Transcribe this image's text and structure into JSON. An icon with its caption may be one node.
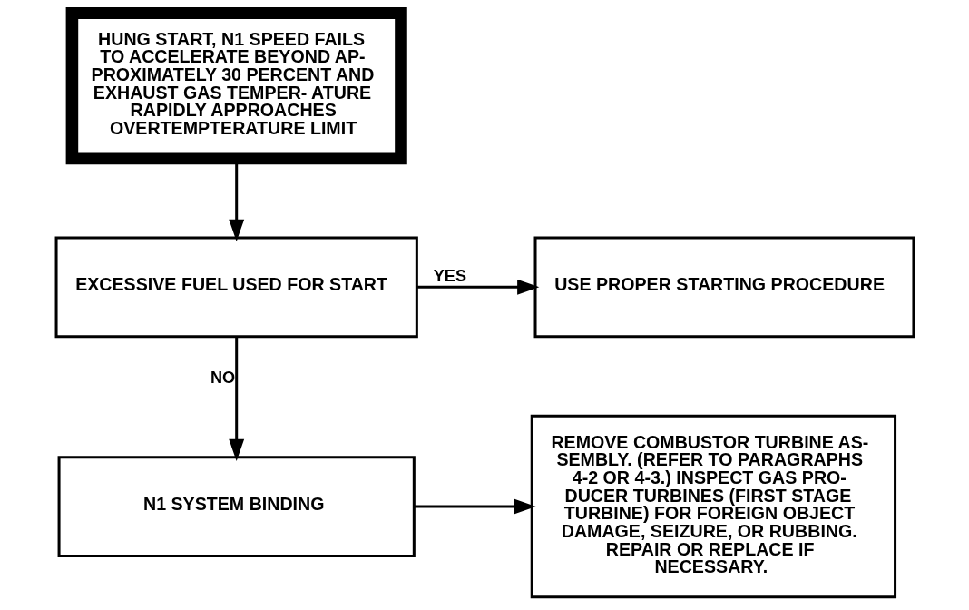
{
  "diagram": {
    "nodes": [
      {
        "text": [
          "HUNG START, N1 SPEED FAILS TO ACCELERATE BEYOND AP- PROXIMATELY 30 PERCENT AND EXHAUST GAS TEMPER- ATURE RAPIDLY APPROACHES OVERTEMPTERATURE LIMIT"
        ]
      },
      {
        "text": [
          "EXCESSIVE FUEL USED FOR START"
        ]
      },
      {
        "text": [
          "USE PROPER STARTING PROCEDURE"
        ]
      },
      {
        "text": [
          "N1 SYSTEM BINDING"
        ]
      },
      {
        "text": [
          "REMOVE COMBUSTOR TURBINE AS- SEMBLY. (REFER TO PARAGRAPHS 4-2 OR 4-3.) INSPECT GAS PRO- DUCER TURBINES (FIRST STAGE TURBINE) FOR FOREIGN OBJECT DAMAGE, SEIZURE, OR RUBBING. REPAIR OR REPLACE IF NECESSARY."
        ]
      }
    ],
    "edges": [
      {
        "from": 0,
        "to": 1,
        "arrow": "to"
      },
      {
        "from": 1,
        "to": 2,
        "arrow": "to",
        "label": "YES"
      },
      {
        "from": 1,
        "to": 3,
        "arrow": "to",
        "label": "NO"
      },
      {
        "from": 3,
        "to": 4,
        "arrow": "to"
      }
    ]
  }
}
